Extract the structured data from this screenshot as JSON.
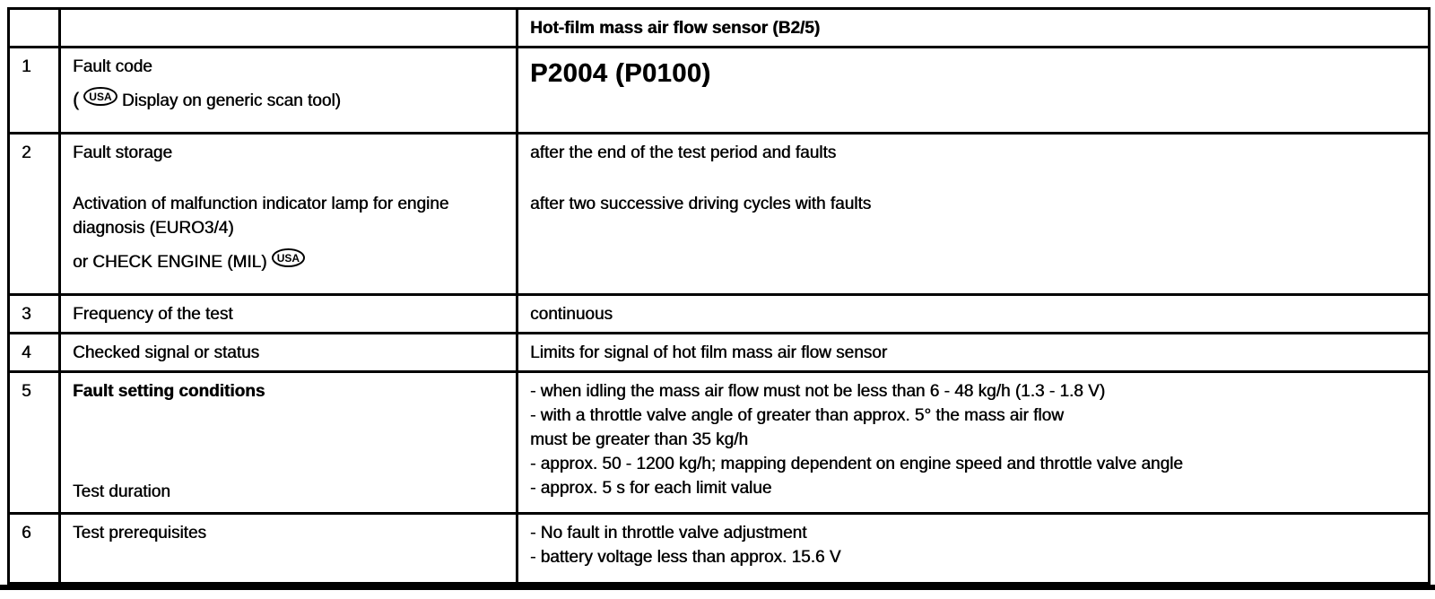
{
  "page": {
    "background": "#ffffff",
    "ink": "#000000"
  },
  "table": {
    "header": {
      "number": "",
      "label": "",
      "value": "Hot-film mass air flow sensor (B2/5)"
    },
    "rows": [
      {
        "number": "1",
        "label": {
          "line1": "Fault code",
          "line2_prefix": "(",
          "usa_badge": "USA",
          "line2_suffix": "Display on generic scan tool)"
        },
        "value": {
          "code": "P2004 (P0100)"
        }
      },
      {
        "number": "2",
        "label": {
          "para1": "Fault storage",
          "para2": "Activation of malfunction indicator lamp for engine diagnosis (EURO3/4)",
          "para3_prefix": "or CHECK ENGINE (MIL)",
          "usa_badge": "USA"
        },
        "value": {
          "para1": "after the end of the test period and faults",
          "para2": "after two successive driving cycles with faults"
        }
      },
      {
        "number": "3",
        "label": {
          "para1": "Frequency of the test"
        },
        "value": {
          "para1": "continuous"
        }
      },
      {
        "number": "4",
        "label": {
          "para1": "Checked signal or status"
        },
        "value": {
          "para1": "Limits for signal of hot film mass air flow sensor"
        }
      },
      {
        "number": "5",
        "label": {
          "title": "Fault setting conditions",
          "secondary": "Test duration"
        },
        "value": {
          "lines": [
            "- when idling the mass air flow must not be less than 6 - 48 kg/h (1.3 - 1.8 V)",
            "- with a throttle valve angle of greater than approx. 5° the mass air flow",
            "must be greater than 35 kg/h",
            "- approx. 50 - 1200 kg/h; mapping dependent on engine speed and throttle valve angle",
            "- approx. 5 s for each limit value"
          ]
        }
      },
      {
        "number": "6",
        "label": {
          "para1": "Test prerequisites"
        },
        "value": {
          "lines": [
            "- No fault in throttle valve adjustment",
            "- battery voltage less than approx. 15.6 V"
          ]
        }
      }
    ]
  }
}
